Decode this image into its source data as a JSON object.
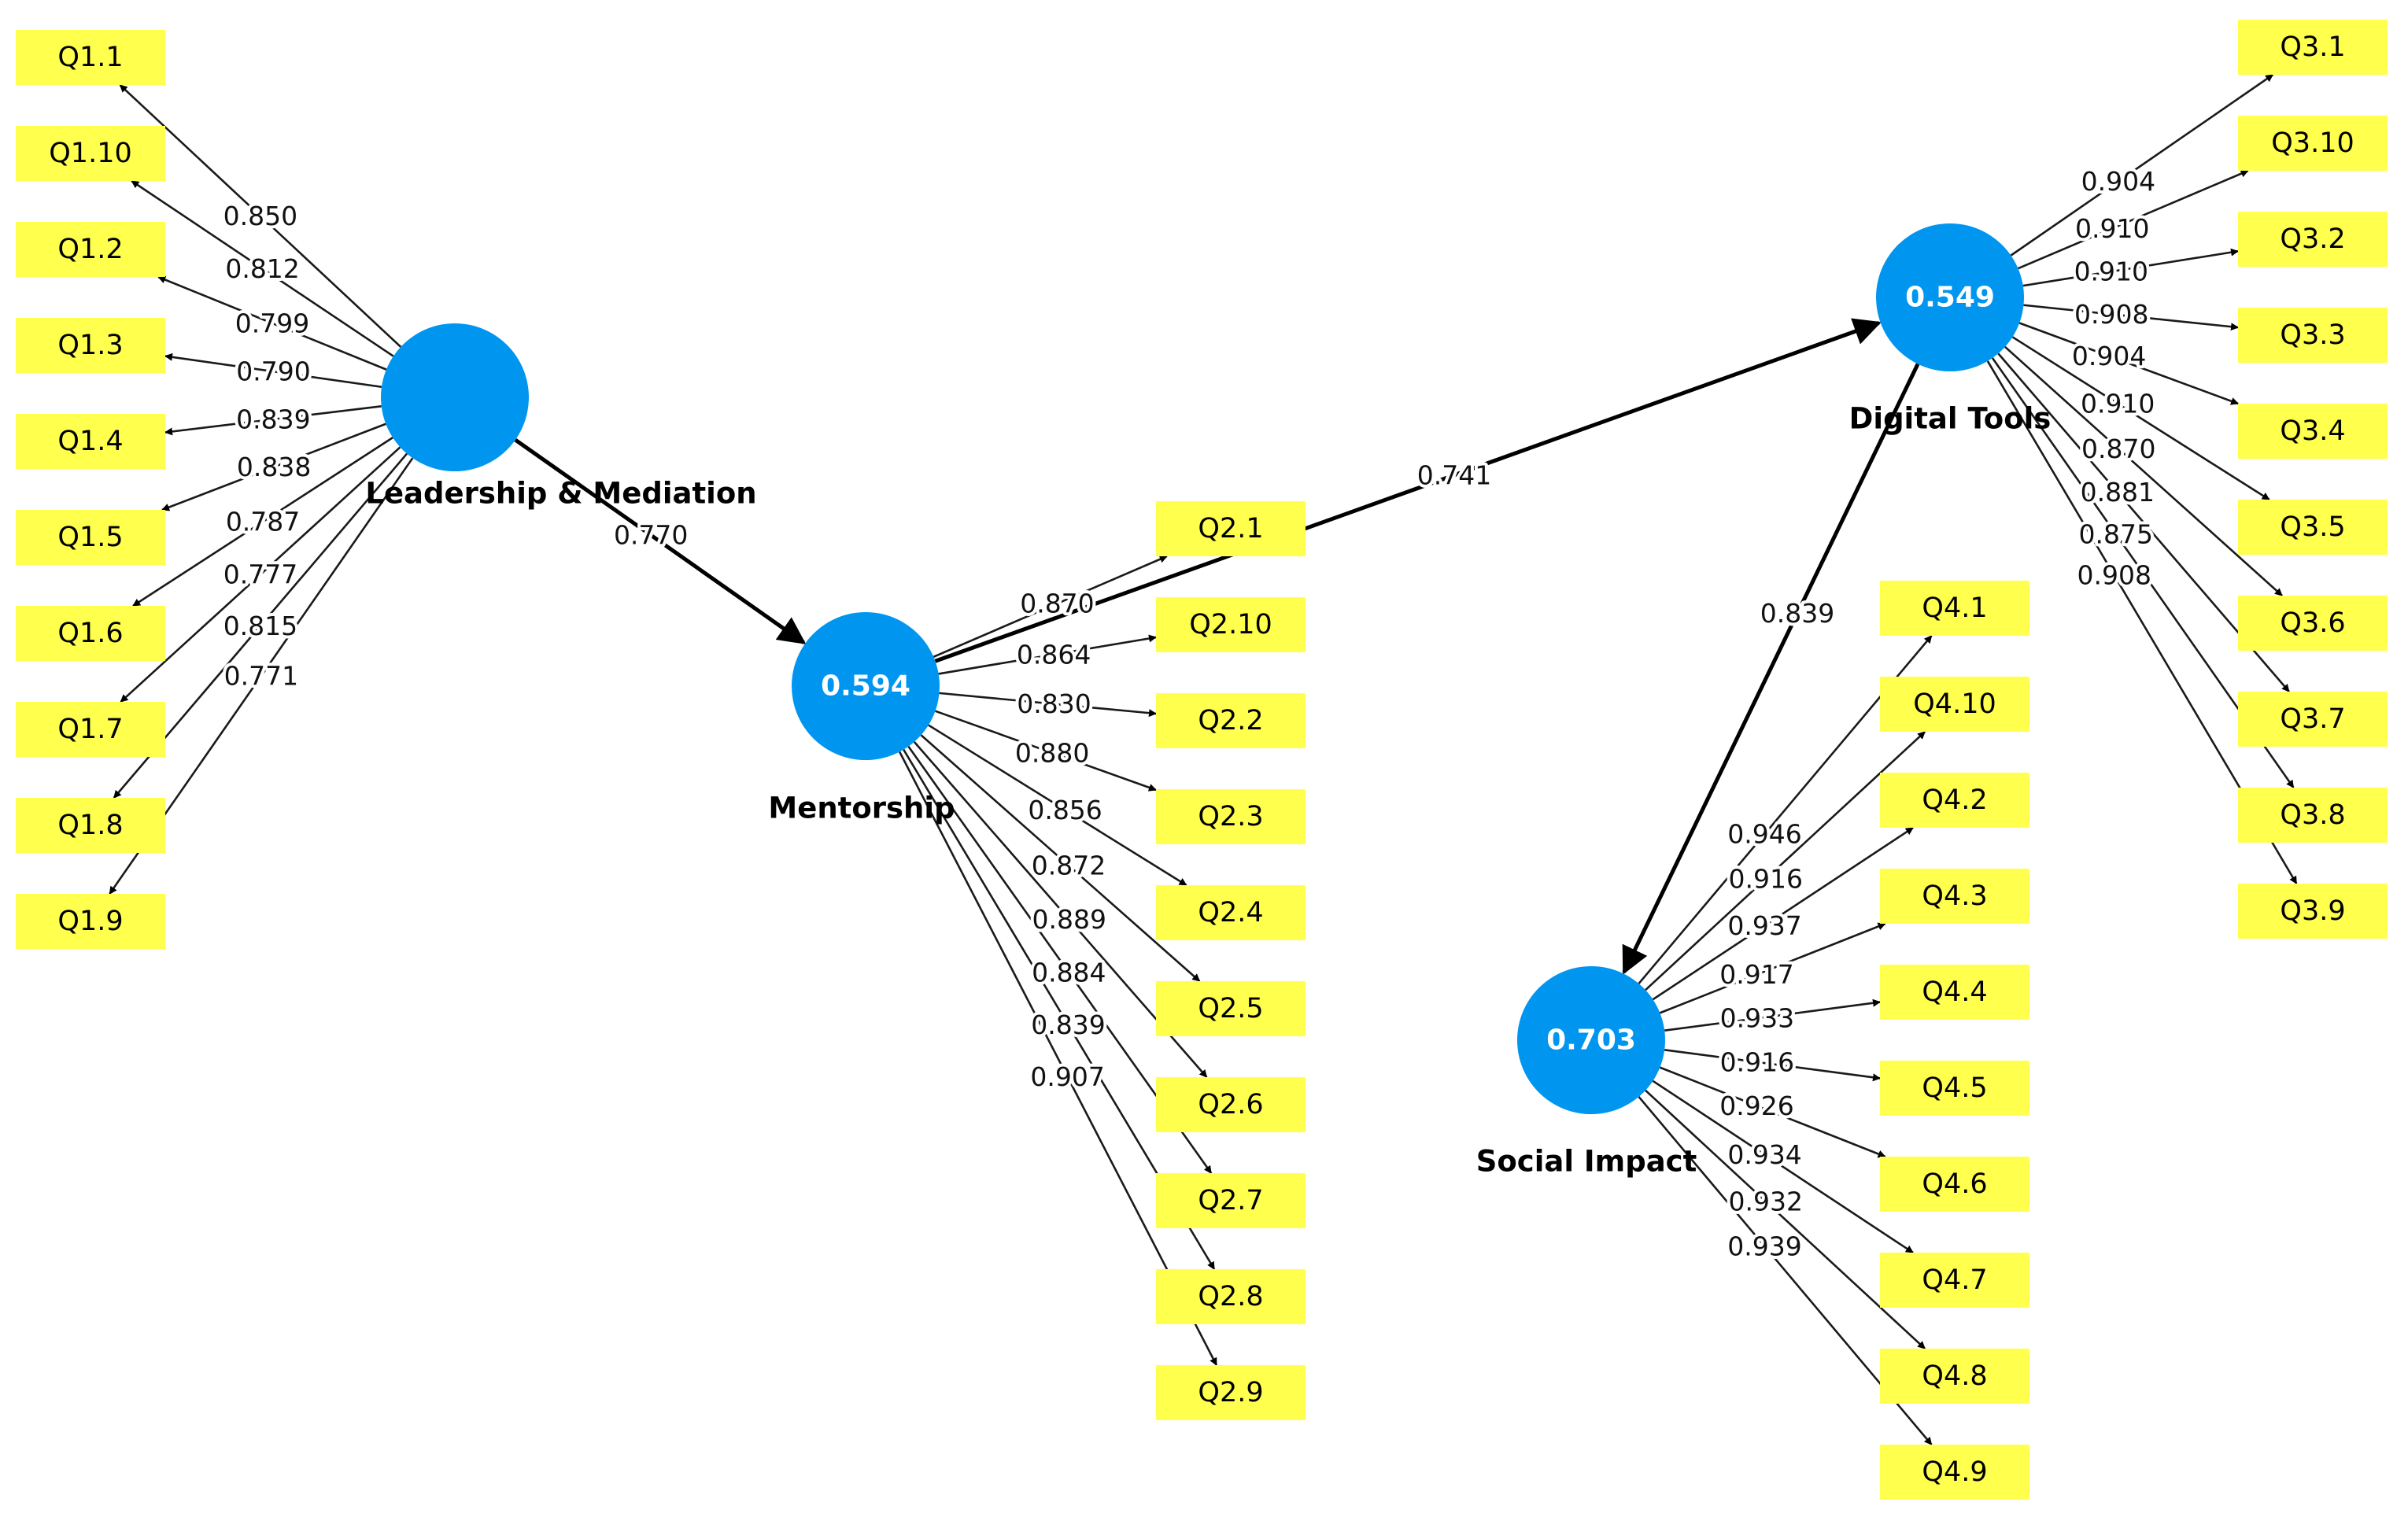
{
  "colors": {
    "construct": "#0096f0",
    "indicator": "#ffff4d",
    "line": "#000000"
  },
  "constructs": [
    {
      "id": "leadership",
      "name": "Leadership & Mediation",
      "value": ""
    },
    {
      "id": "mentorship",
      "name": "Mentorship",
      "value": "0.594"
    },
    {
      "id": "digital",
      "name": "Digital Tools",
      "value": "0.549"
    },
    {
      "id": "social",
      "name": "Social Impact",
      "value": "0.703"
    }
  ],
  "paths": [
    {
      "from": "leadership",
      "to": "mentorship",
      "coefficient": "0.770"
    },
    {
      "from": "mentorship",
      "to": "digital",
      "coefficient": "0.741"
    },
    {
      "from": "digital",
      "to": "social",
      "coefficient": "0.839"
    }
  ],
  "indicator_groups": [
    {
      "construct": "leadership",
      "items": [
        {
          "label": "Q1.1",
          "loading": "0.850"
        },
        {
          "label": "Q1.10",
          "loading": "0.812"
        },
        {
          "label": "Q1.2",
          "loading": "0.799"
        },
        {
          "label": "Q1.3",
          "loading": "0.790"
        },
        {
          "label": "Q1.4",
          "loading": "0.839"
        },
        {
          "label": "Q1.5",
          "loading": "0.838"
        },
        {
          "label": "Q1.6",
          "loading": "0.787"
        },
        {
          "label": "Q1.7",
          "loading": "0.777"
        },
        {
          "label": "Q1.8",
          "loading": "0.815"
        },
        {
          "label": "Q1.9",
          "loading": "0.771"
        }
      ]
    },
    {
      "construct": "mentorship",
      "items": [
        {
          "label": "Q2.1",
          "loading": "0.870"
        },
        {
          "label": "Q2.10",
          "loading": "0.864"
        },
        {
          "label": "Q2.2",
          "loading": "0.830"
        },
        {
          "label": "Q2.3",
          "loading": "0.880"
        },
        {
          "label": "Q2.4",
          "loading": "0.856"
        },
        {
          "label": "Q2.5",
          "loading": "0.872"
        },
        {
          "label": "Q2.6",
          "loading": "0.889"
        },
        {
          "label": "Q2.7",
          "loading": "0.884"
        },
        {
          "label": "Q2.8",
          "loading": "0.839"
        },
        {
          "label": "Q2.9",
          "loading": "0.907"
        }
      ]
    },
    {
      "construct": "digital",
      "items": [
        {
          "label": "Q3.1",
          "loading": "0.904"
        },
        {
          "label": "Q3.10",
          "loading": "0.910"
        },
        {
          "label": "Q3.2",
          "loading": "0.910"
        },
        {
          "label": "Q3.3",
          "loading": "0.908"
        },
        {
          "label": "Q3.4",
          "loading": "0.904"
        },
        {
          "label": "Q3.5",
          "loading": "0.910"
        },
        {
          "label": "Q3.6",
          "loading": "0.870"
        },
        {
          "label": "Q3.7",
          "loading": "0.881"
        },
        {
          "label": "Q3.8",
          "loading": "0.875"
        },
        {
          "label": "Q3.9",
          "loading": "0.908"
        }
      ]
    },
    {
      "construct": "social",
      "items": [
        {
          "label": "Q4.1",
          "loading": "0.946"
        },
        {
          "label": "Q4.10",
          "loading": "0.916"
        },
        {
          "label": "Q4.2",
          "loading": "0.937"
        },
        {
          "label": "Q4.3",
          "loading": "0.917"
        },
        {
          "label": "Q4.4",
          "loading": "0.933"
        },
        {
          "label": "Q4.5",
          "loading": "0.916"
        },
        {
          "label": "Q4.6",
          "loading": "0.926"
        },
        {
          "label": "Q4.7",
          "loading": "0.934"
        },
        {
          "label": "Q4.8",
          "loading": "0.932"
        },
        {
          "label": "Q4.9",
          "loading": "0.939"
        }
      ]
    }
  ]
}
